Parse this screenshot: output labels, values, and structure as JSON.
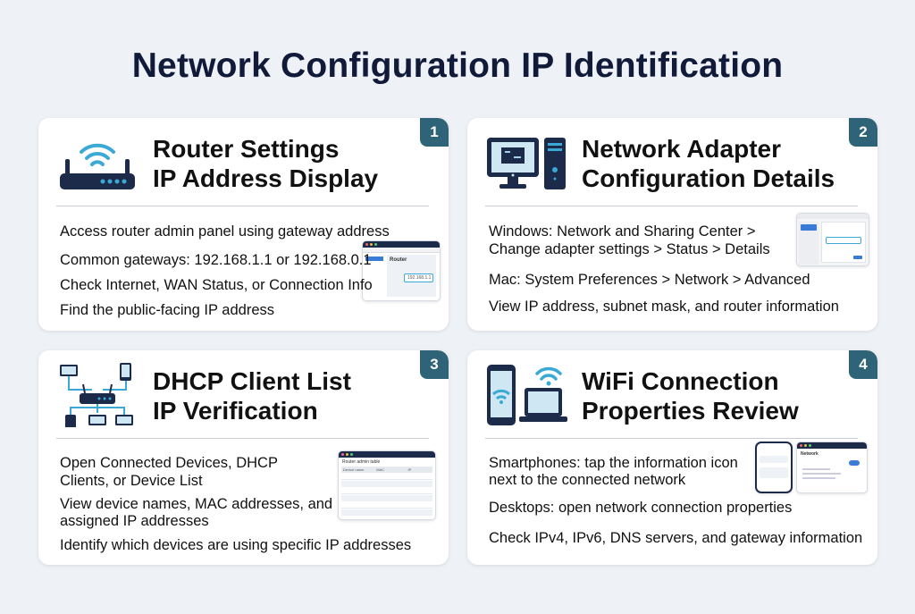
{
  "title": "Network Configuration IP Identification",
  "colors": {
    "navy": "#1c2b4a",
    "accent": "#3aa9d6",
    "badge": "#2f6478"
  },
  "cards": [
    {
      "number": "1",
      "icon": "wifi-router-icon",
      "title_line1": "Router Settings",
      "title_line2": "IP Address Display",
      "lines": [
        "Access router admin panel using gateway address",
        "Common gateways: 192.168.1.1 or 192.168.0.1",
        "Check Internet, WAN Status, or Connection Info",
        "Find the public-facing IP address"
      ],
      "mock": {
        "heading": "Router",
        "value": "192.168.1.1"
      }
    },
    {
      "number": "2",
      "icon": "desktop-computer-network-card-icon",
      "title_line1": "Network Adapter",
      "title_line2": "Configuration Details",
      "lines": [
        "Windows: Network and Sharing Center >",
        "Change adapter settings > Status > Details",
        "Mac: System Preferences > Network > Advanced",
        "View IP address, subnet mask, and router information"
      ]
    },
    {
      "number": "3",
      "icon": "network-devices-icon",
      "title_line1": "DHCP Client List",
      "title_line2": "IP Verification",
      "lines": [
        "Open Connected Devices, DHCP",
        "Clients, or Device List",
        "View device names, MAC addresses, and",
        "assigned IP addresses",
        "Identify which devices are using specific IP addresses"
      ],
      "mock": {
        "heading": "Router admin table",
        "columns": [
          "Device name",
          "MAC",
          "IP"
        ]
      }
    },
    {
      "number": "4",
      "icon": "phone-laptop-wifi-icon",
      "title_line1": "WiFi Connection",
      "title_line2": "Properties Review",
      "lines": [
        "Smartphones: tap the information icon",
        "next to the connected network",
        "Desktops: open network connection properties",
        "Check IPv4, IPv6, DNS servers, and gateway information"
      ],
      "mock": {
        "heading": "Network"
      }
    }
  ]
}
